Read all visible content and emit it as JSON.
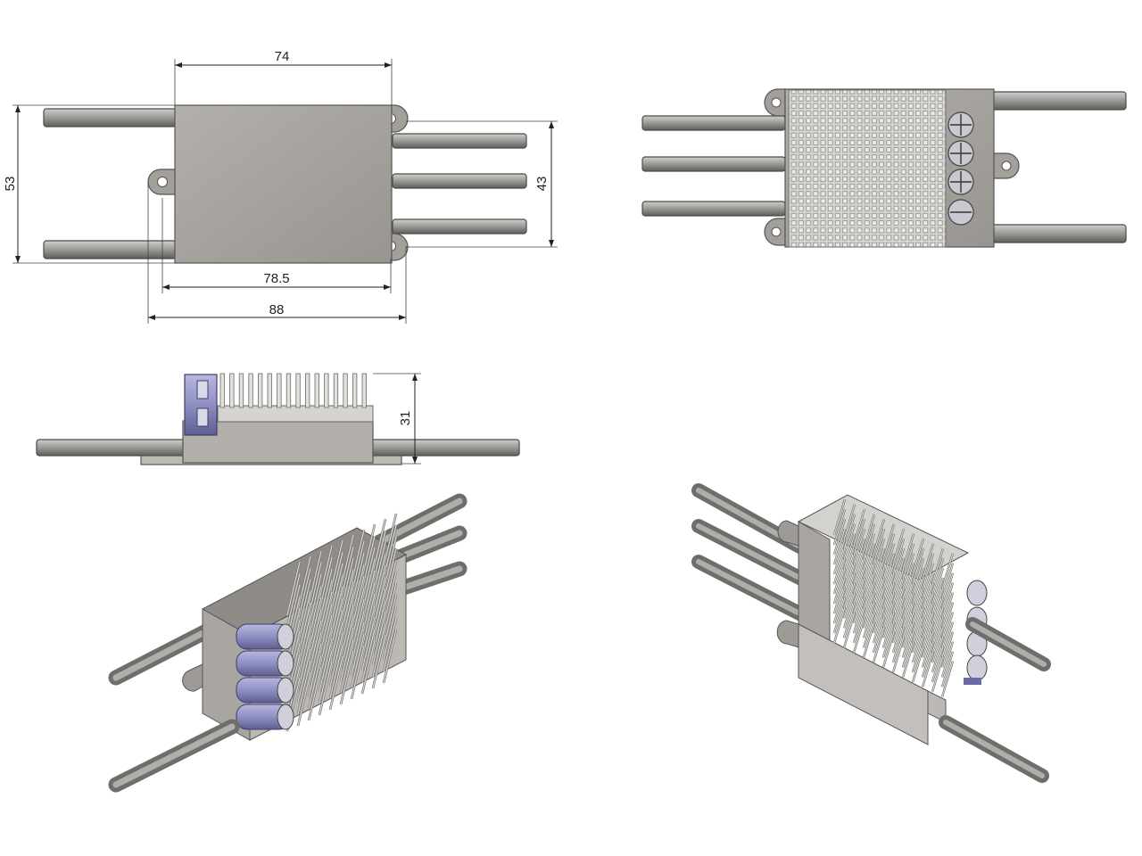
{
  "dimensions": {
    "top_width": "74",
    "height_left": "53",
    "height_right": "43",
    "inner_width": "78.5",
    "overall_width": "88",
    "side_height": "31"
  },
  "colors": {
    "rod_light": "#9e9e9a",
    "rod_dark": "#6e6e6a",
    "body": "#a8a5a0",
    "body_dark": "#7f7c77",
    "heatsink": "#d8d6d2",
    "heatsink_grid": "#8f8d89",
    "capacitor": "#8f8fc4",
    "capacitor_dark": "#5d5d92",
    "dimension_line": "#222222"
  }
}
